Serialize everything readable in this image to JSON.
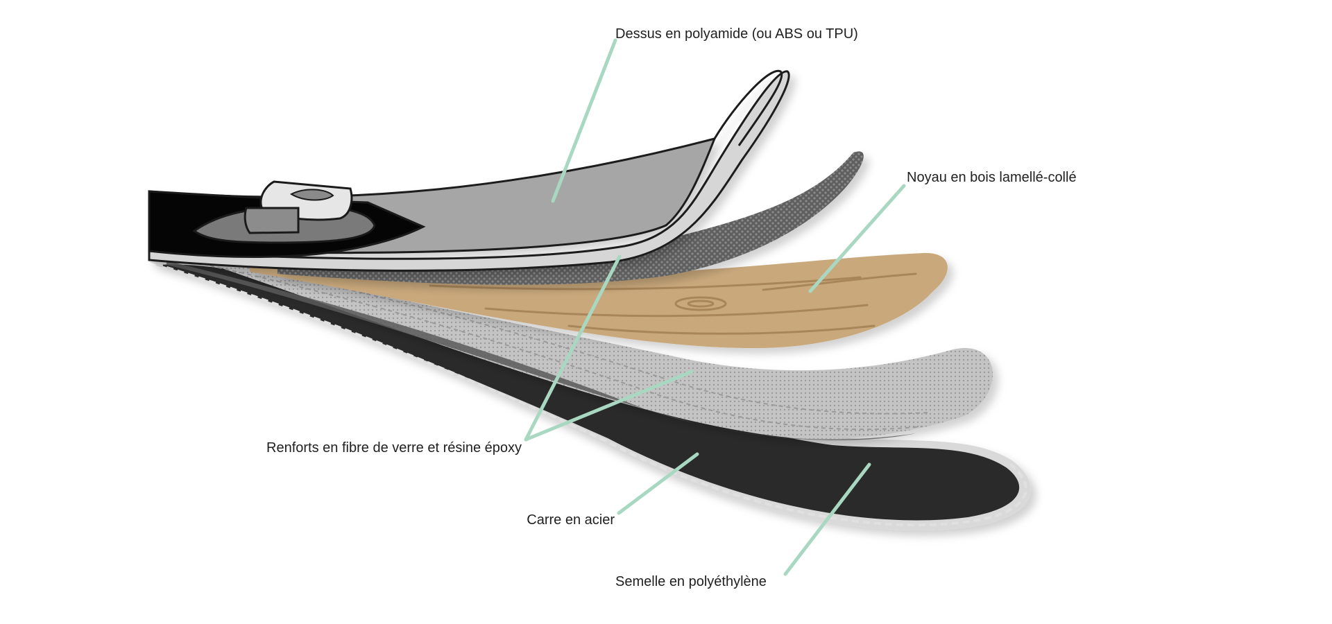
{
  "diagram": {
    "labels": {
      "top": "Dessus en polyamide (ou ABS ou TPU)",
      "core": "Noyau en bois lamellé-collé",
      "reinforcement": "Renforts en fibre de verre et résine époxy",
      "edge": "Carre en acier",
      "base": "Semelle en polyéthylène"
    },
    "colors": {
      "leader": "#a9d8c2",
      "top_sheet": "#a6a6a6",
      "wood_core": "#c9a97c",
      "wood_grain": "#a9865a",
      "fiberglass": "#6e6e6e",
      "steel_edge": "#d9d9d9",
      "base": "#2b2b2b",
      "tail": "#050505"
    }
  }
}
